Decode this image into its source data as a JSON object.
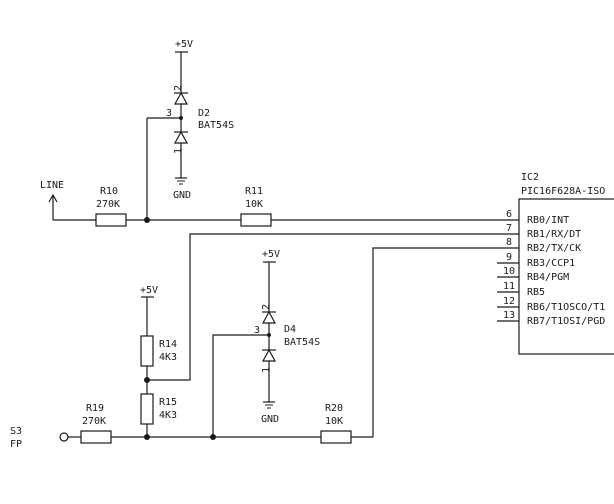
{
  "ic": {
    "ref": "IC2",
    "part": "PIC16F628A-ISO",
    "pins": [
      {
        "num": "6",
        "name": "RB0/INT"
      },
      {
        "num": "7",
        "name": "RB1/RX/DT"
      },
      {
        "num": "8",
        "name": "RB2/TX/CK"
      },
      {
        "num": "9",
        "name": "RB3/CCP1"
      },
      {
        "num": "10",
        "name": "RB4/PGM"
      },
      {
        "num": "11",
        "name": "RB5"
      },
      {
        "num": "12",
        "name": "RB6/T1OSCO/T1"
      },
      {
        "num": "13",
        "name": "RB7/T1OSI/PGD"
      }
    ]
  },
  "resistors": {
    "r10": {
      "ref": "R10",
      "value": "270K"
    },
    "r11": {
      "ref": "R11",
      "value": "10K"
    },
    "r14": {
      "ref": "R14",
      "value": "4K3"
    },
    "r15": {
      "ref": "R15",
      "value": "4K3"
    },
    "r19": {
      "ref": "R19",
      "value": "270K"
    },
    "r20": {
      "ref": "R20",
      "value": "10K"
    }
  },
  "diodes": {
    "d2": {
      "ref": "D2",
      "part": "BAT54S",
      "pin1": "1",
      "pin2": "2",
      "pin3": "3"
    },
    "d4": {
      "ref": "D4",
      "part": "BAT54S",
      "pin1": "1",
      "pin2": "2",
      "pin3": "3"
    }
  },
  "power": {
    "d2_supply": "+5V",
    "d2_ground": "GND",
    "d4_supply": "+5V",
    "d4_ground": "GND",
    "r14_supply": "+5V"
  },
  "inputs": {
    "line": "LINE",
    "s3_ref": "S3",
    "s3_name": "FP"
  }
}
